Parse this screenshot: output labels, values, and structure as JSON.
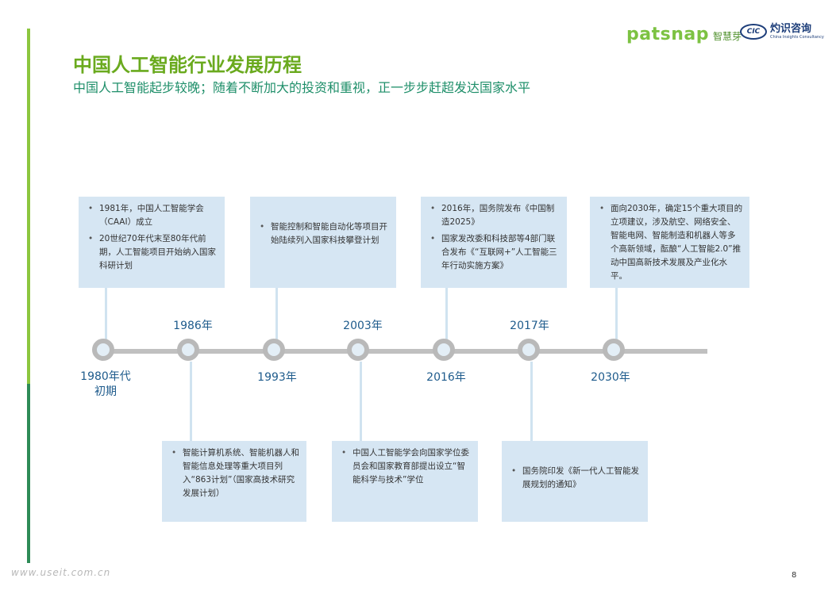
{
  "header": {
    "title": "中国人工智能行业发展历程",
    "subtitle": "中国人工智能起步较晚；随着不断加大的投资和重视，正一步步赶超发达国家水平"
  },
  "logos": {
    "patsnap_word": "patsnap",
    "patsnap_cn": "智慧芽",
    "cic_mark": "CIC",
    "cic_cn": "灼识咨询",
    "cic_en": "China Insights Consultancy"
  },
  "colors": {
    "title": "#6aaa1e",
    "subtitle": "#1f8f6a",
    "box": "#d6e6f3",
    "axis": "#c0c0c0",
    "year": "#1e5b8c"
  },
  "timeline": {
    "years": [
      "1980年代\n初期",
      "1986年",
      "1993年",
      "2003年",
      "2016年",
      "2017年",
      "2030年"
    ],
    "events": [
      {
        "year": "1980年代初期",
        "items": [
          "1981年，中国人工智能学会（CAAI）成立",
          "20世纪70年代末至80年代前期，人工智能项目开始纳入国家科研计划"
        ]
      },
      {
        "year": "1986年",
        "items": [
          "智能计算机系统、智能机器人和智能信息处理等重大项目列入“863计划”（国家高技术研究发展计划）"
        ]
      },
      {
        "year": "1993年",
        "items": [
          "智能控制和智能自动化等项目开始陆续列入国家科技攀登计划"
        ]
      },
      {
        "year": "2003年",
        "items": [
          "中国人工智能学会向国家学位委员会和国家教育部提出设立“智能科学与技术”学位"
        ]
      },
      {
        "year": "2016年",
        "items": [
          "2016年，国务院发布《中国制造2025》",
          "国家发改委和科技部等4部门联合发布《“互联网+”人工智能三年行动实施方案》"
        ]
      },
      {
        "year": "2017年",
        "items": [
          "国务院印发《新一代人工智能发展规划的通知》"
        ]
      },
      {
        "year": "2030年",
        "items": [
          "面向2030年，确定15个重大项目的立项建议，涉及航空、网络安全、智能电网、智能制造和机器人等多个高新领域，酝酿“人工智能2.0”推动中国高新技术发展及产业化水平。"
        ]
      }
    ]
  },
  "footer": {
    "watermark": "www.useit.com.cn",
    "page_number": "8"
  }
}
